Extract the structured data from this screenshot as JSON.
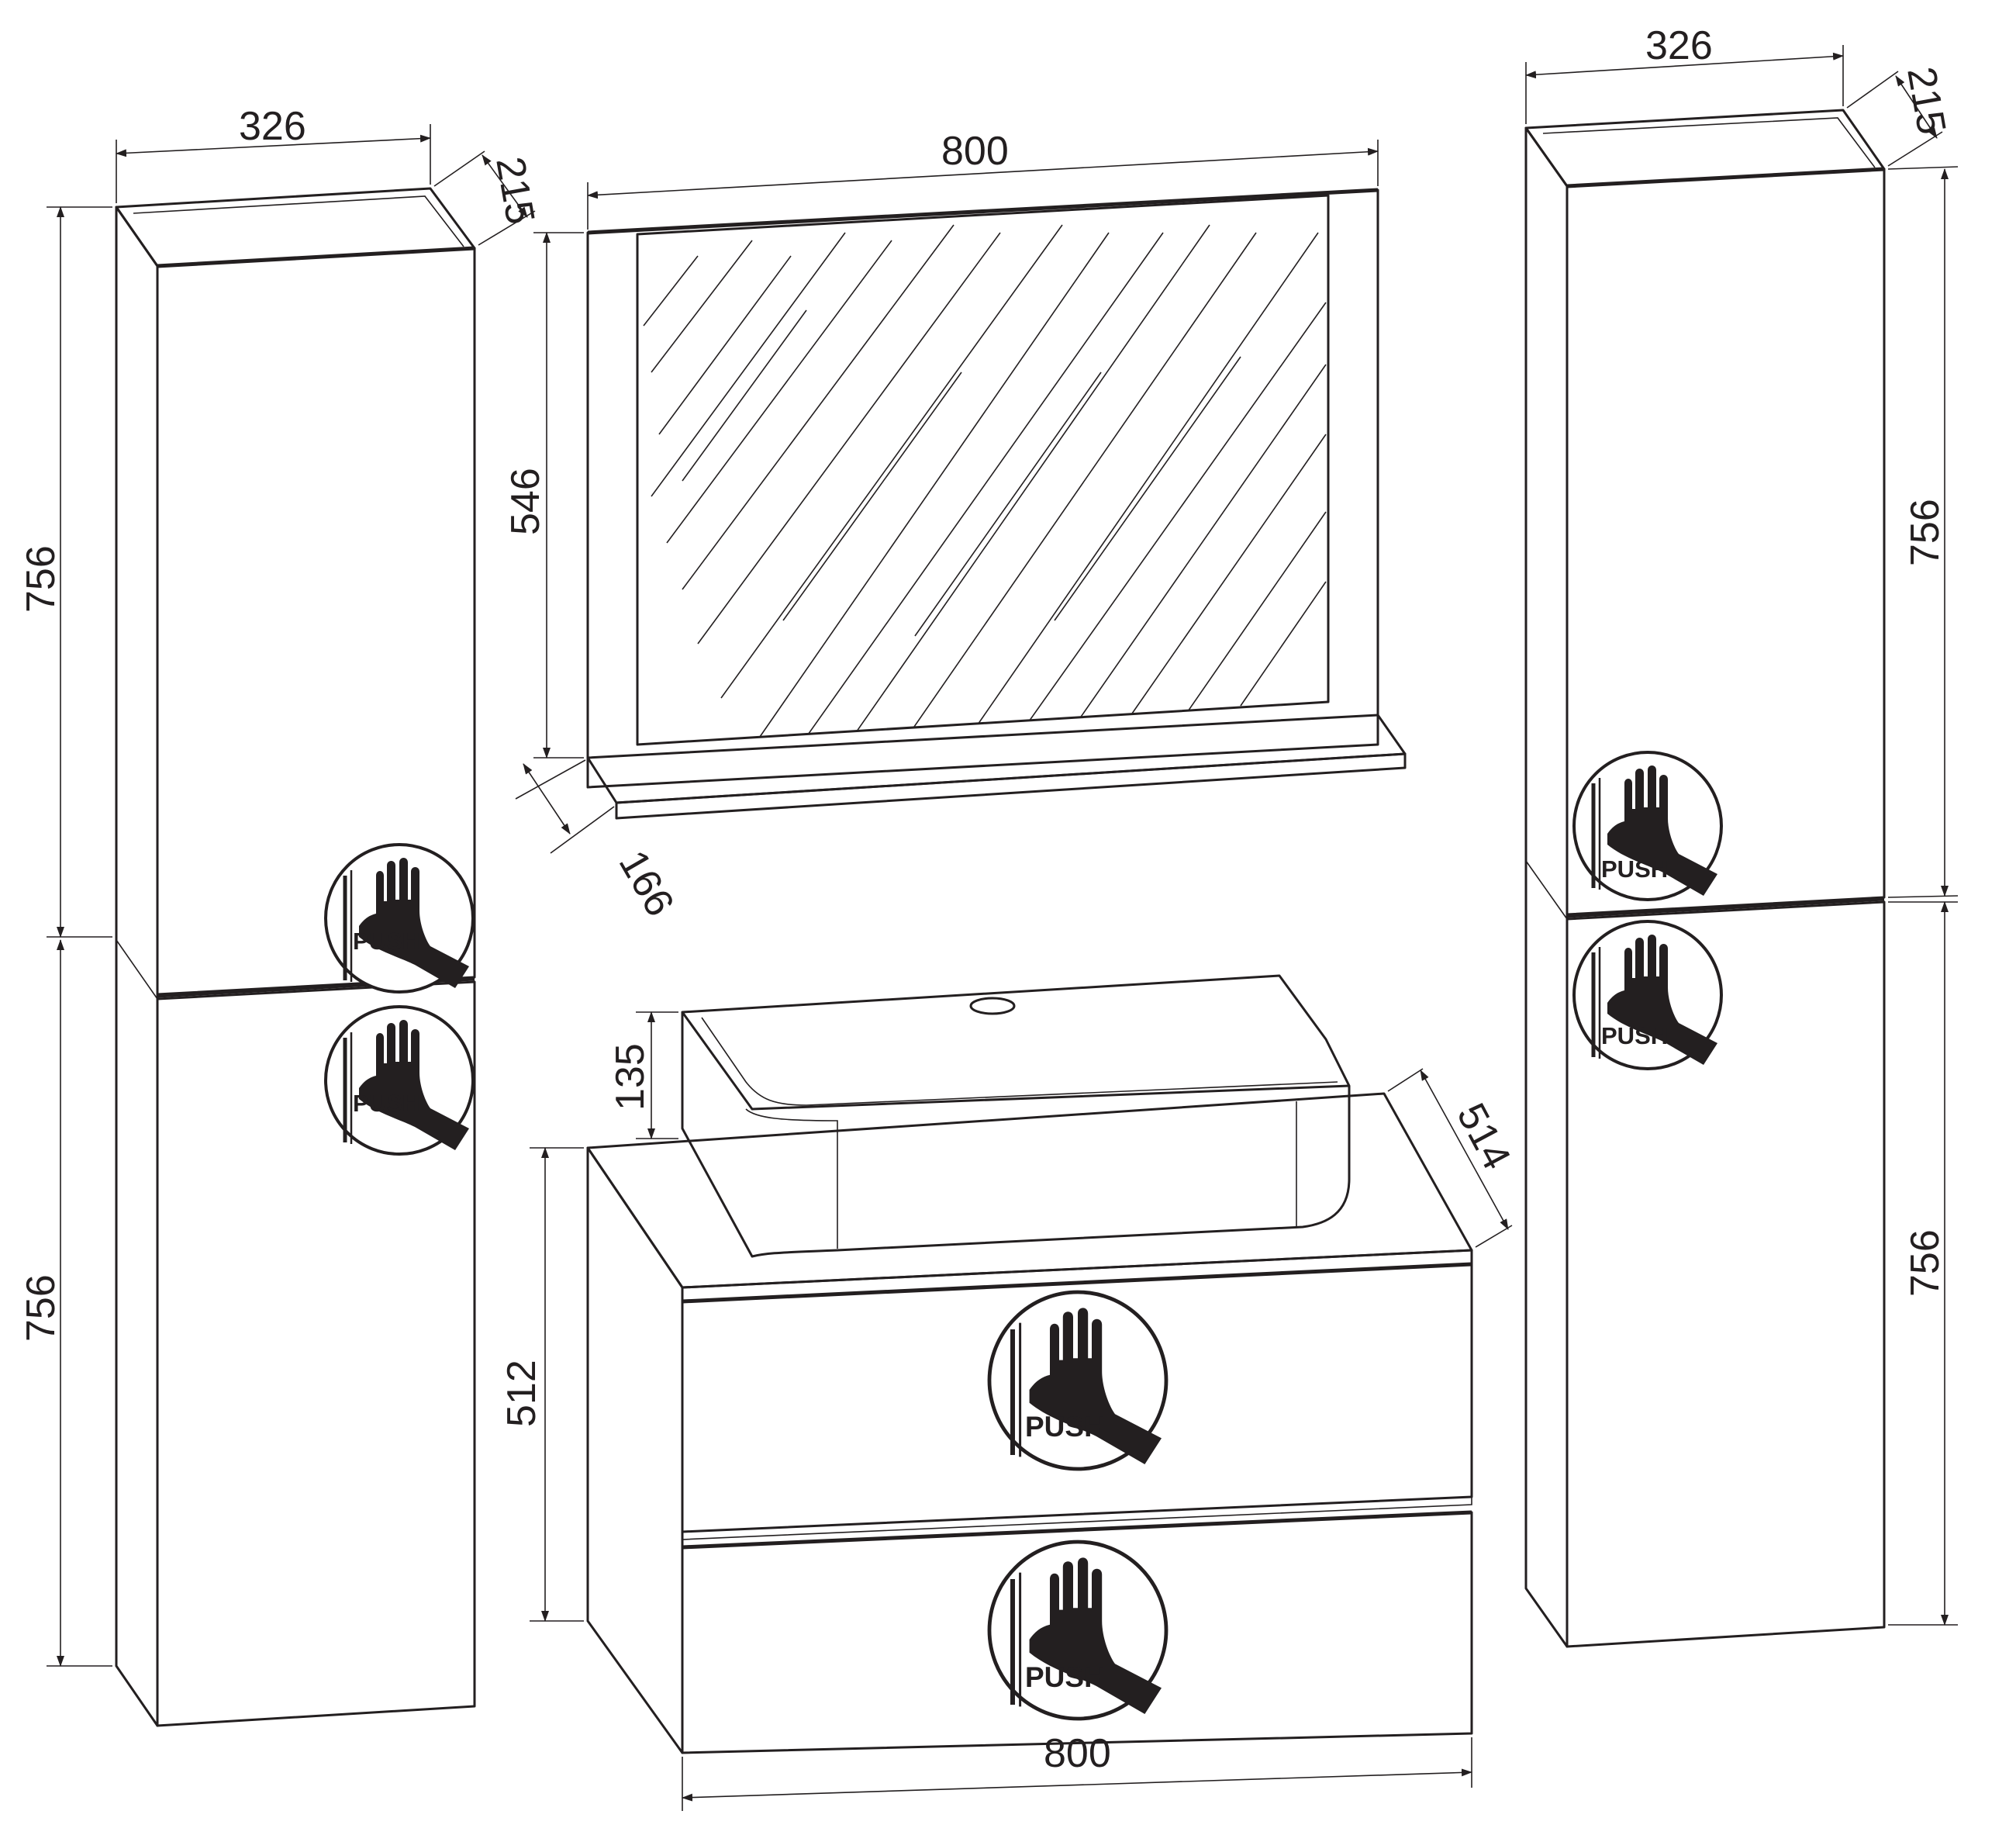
{
  "left_cabinet": {
    "width_label": "326",
    "depth_label": "215",
    "upper_height_label": "756",
    "lower_height_label": "756",
    "upper_push_label": "PUSH",
    "lower_push_label": "PUSH"
  },
  "mirror": {
    "width_label": "800",
    "height_label": "546",
    "shelf_depth_label": "166"
  },
  "right_cabinet": {
    "width_label": "326",
    "depth_label": "215",
    "upper_height_label": "756",
    "lower_height_label": "756",
    "upper_push_label": "PUSH",
    "lower_push_label": "PUSH"
  },
  "vanity": {
    "basin_height_label": "135",
    "depth_label": "514",
    "height_label": "512",
    "width_label": "800",
    "top_drawer_push_label": "PUSH",
    "bottom_drawer_push_label": "PUSH"
  },
  "icons": {
    "push_symbol": "push-hand-icon"
  }
}
